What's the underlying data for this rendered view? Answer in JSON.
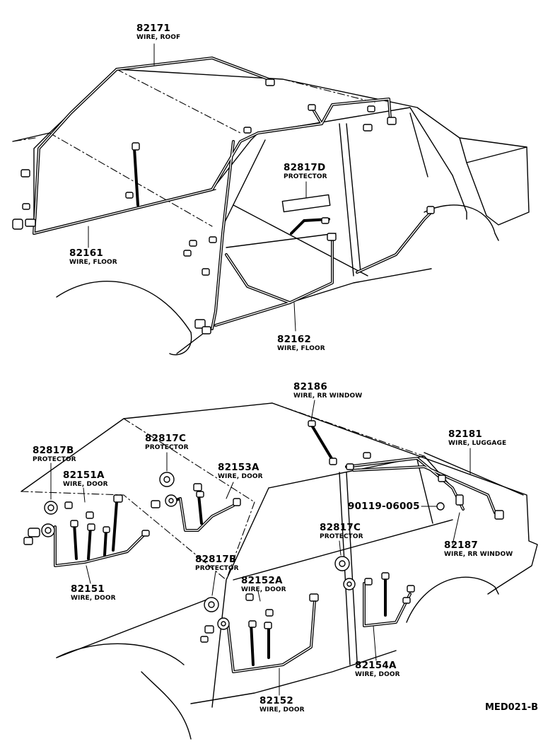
{
  "callouts": {
    "wire_roof": {
      "part": "82171",
      "desc": "WIRE, ROOF"
    },
    "wire_floor_front": {
      "part": "82161",
      "desc": "WIRE, FLOOR"
    },
    "protector_d": {
      "part": "82817D",
      "desc": "PROTECTOR"
    },
    "wire_floor_rear": {
      "part": "82162",
      "desc": "WIRE, FLOOR"
    },
    "wire_rr_window_upper": {
      "part": "82186",
      "desc": "WIRE, RR WINDOW"
    },
    "protector_c_front": {
      "part": "82817C",
      "desc": "PROTECTOR"
    },
    "wire_luggage": {
      "part": "82181",
      "desc": "WIRE, LUGGAGE"
    },
    "protector_b_front": {
      "part": "82817B",
      "desc": "PROTECTOR"
    },
    "wire_door_82151a": {
      "part": "82151A",
      "desc": "WIRE, DOOR"
    },
    "wire_door_82153a": {
      "part": "82153A",
      "desc": "WIRE, DOOR"
    },
    "clip_90119": {
      "part": "90119-06005",
      "desc": ""
    },
    "protector_c_rear": {
      "part": "82817C",
      "desc": "PROTECTOR"
    },
    "wire_rr_window_lower": {
      "part": "82187",
      "desc": "WIRE, RR WINDOW"
    },
    "protector_b_rear": {
      "part": "82817B",
      "desc": "PROTECTOR"
    },
    "wire_door_82152a": {
      "part": "82152A",
      "desc": "WIRE, DOOR"
    },
    "wire_door_82151": {
      "part": "82151",
      "desc": "WIRE, DOOR"
    },
    "wire_door_82154a": {
      "part": "82154A",
      "desc": "WIRE, DOOR"
    },
    "wire_door_82152": {
      "part": "82152",
      "desc": "WIRE, DOOR"
    }
  },
  "diagram_ref": "MED021-B"
}
